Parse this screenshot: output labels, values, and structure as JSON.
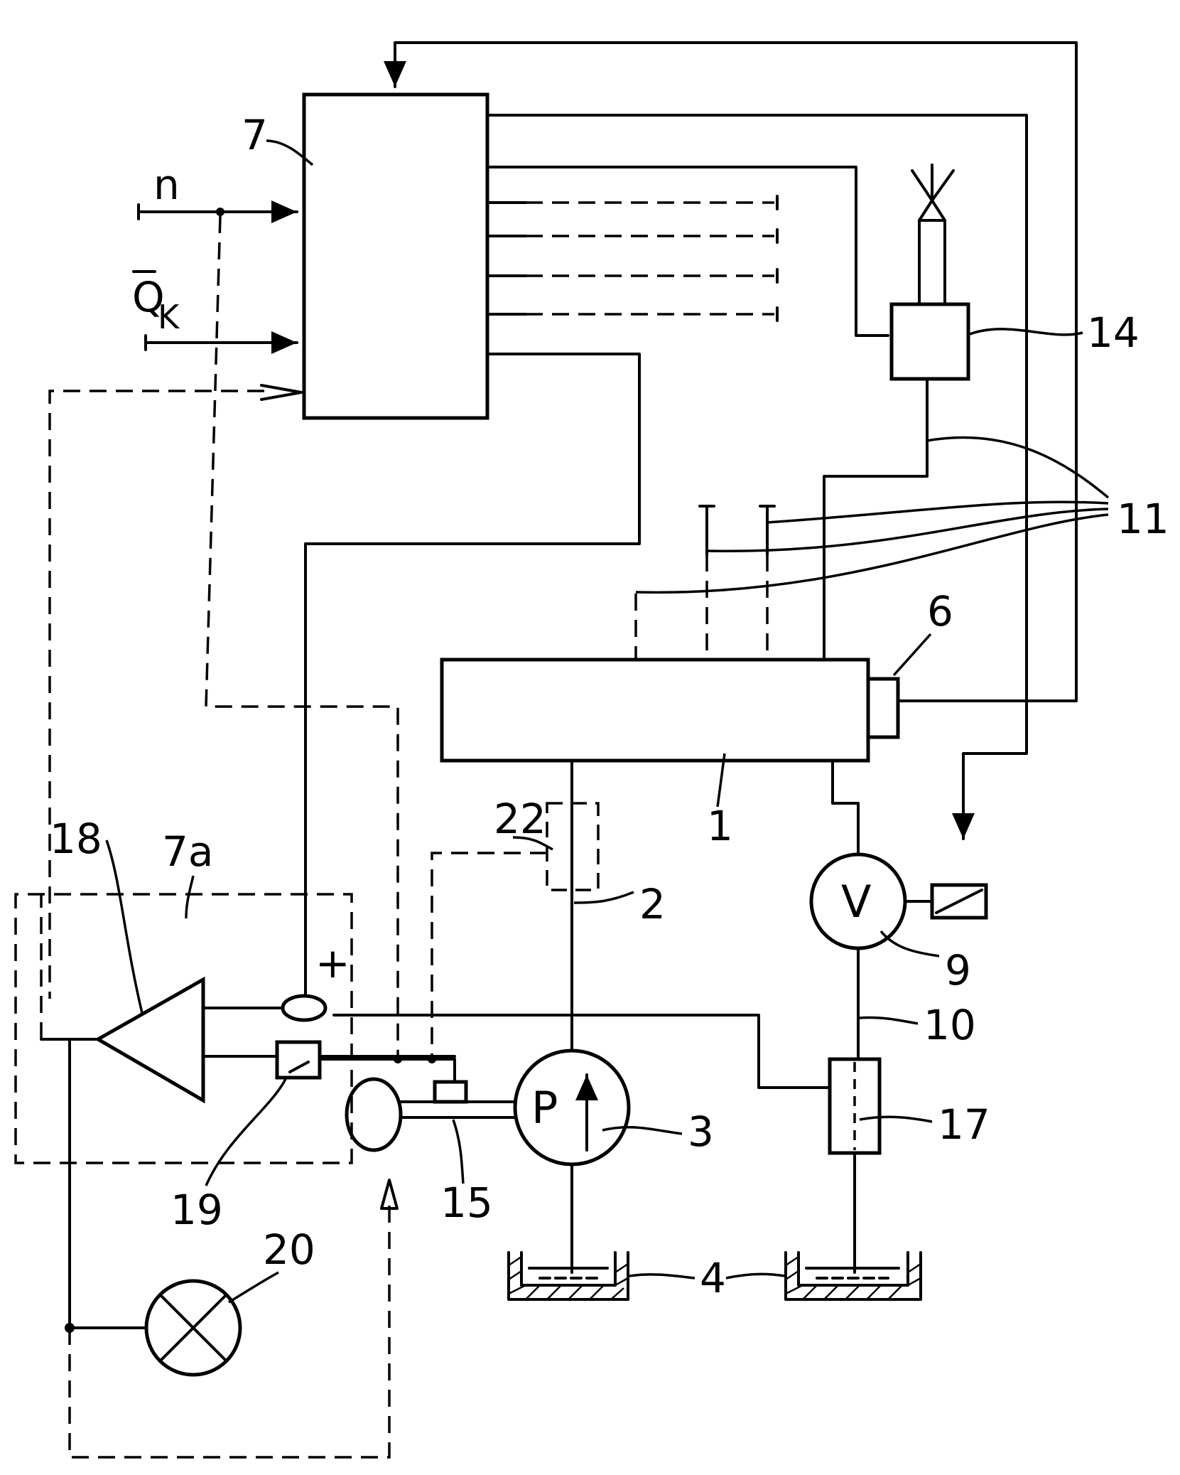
{
  "labels": {
    "n": "n",
    "q": "Q",
    "q_sub": "K",
    "l1": "1",
    "l2": "2",
    "l3": "3",
    "l4": "4",
    "l6": "6",
    "l7": "7",
    "l7a": "7a",
    "l9": "9",
    "l10": "10",
    "l11": "11",
    "l14": "14",
    "l15": "15",
    "l17": "17",
    "l18": "18",
    "l19": "19",
    "l20": "20",
    "l22": "22",
    "pump": "P",
    "valve": "V",
    "plus": "+"
  }
}
